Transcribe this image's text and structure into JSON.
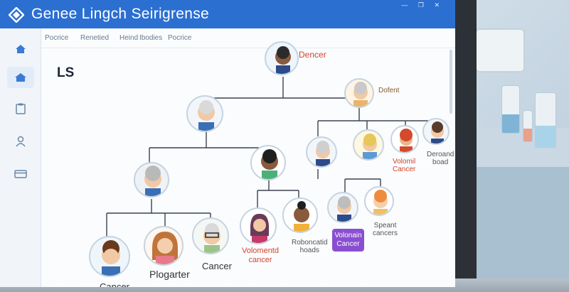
{
  "app": {
    "title": "Genee Lingch Seirigrense",
    "window_controls": "— ❐ ✕"
  },
  "sidebar": {
    "items": [
      {
        "icon": "home-icon",
        "active": false
      },
      {
        "icon": "home-icon",
        "active": true
      },
      {
        "icon": "clipboard-icon",
        "active": false
      },
      {
        "icon": "user-icon",
        "active": false
      },
      {
        "icon": "card-icon",
        "active": false
      }
    ]
  },
  "tabs": [
    "Pocrice",
    "Renetied",
    "Heind",
    "Ibodies",
    "Pocrice"
  ],
  "page": {
    "title": "LS"
  },
  "tree": {
    "root": {
      "label": "Dencer"
    },
    "mid_right": {
      "label": "Dofent"
    },
    "left": {
      "label": ""
    },
    "row3": {
      "volomentid": {
        "line1": "Volomentd",
        "line2": "cancer"
      },
      "robonetid": {
        "line1": "Roboncatid",
        "line2": "hoads"
      },
      "badge": {
        "line1": "Volonain",
        "line2": "Cancer"
      },
      "speaent": {
        "line1": "Speant",
        "line2": "cancers"
      }
    },
    "row_right": {
      "volomil": {
        "line1": "Volomil",
        "line2": "Cancer"
      },
      "deroand": {
        "line1": "Deroand",
        "line2": "boad"
      }
    },
    "bottom": {
      "cancer_left": "Cancer",
      "plogarter": "Plogarter",
      "cancer_right": "Cancer"
    }
  },
  "colors": {
    "header": "#2b6fd1",
    "accent_red": "#d3452c",
    "badge": "#8a4fd0"
  }
}
